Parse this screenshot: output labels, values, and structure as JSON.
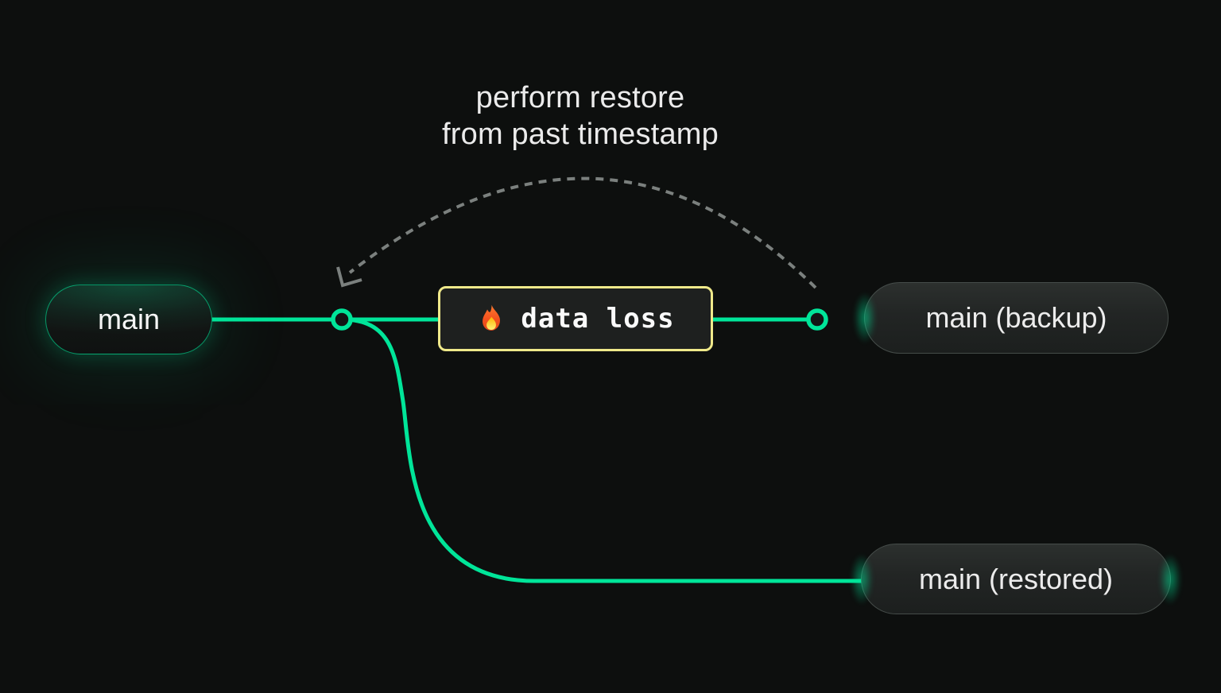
{
  "caption": {
    "line1": "perform restore",
    "line2": "from past timestamp"
  },
  "nodes": {
    "main": {
      "label": "main"
    },
    "backup": {
      "label": "main (backup)"
    },
    "restored": {
      "label": "main (restored)"
    }
  },
  "event": {
    "label": "data loss",
    "icon": "fire-icon"
  },
  "colors": {
    "background": "#0d0f0e",
    "branch_green": "#00e599",
    "node_fill": "#121514",
    "dashed_gray": "#7b807e",
    "event_border_yellow": "#efe98a",
    "event_bg": "#1e201f",
    "event_text": "#fafafa",
    "caption_text": "#ebebeb",
    "pill_text": "#ececec",
    "pill_border": "#454c49"
  }
}
